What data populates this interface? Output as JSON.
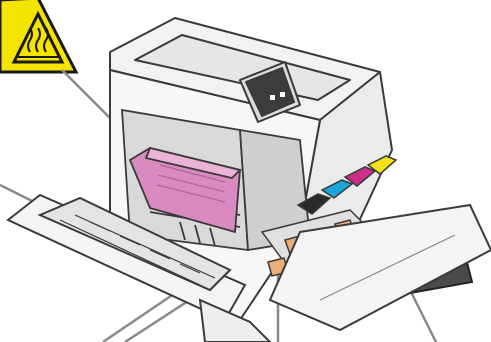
{
  "colors": {
    "warning_yellow": "#f5e400",
    "fuser_magenta": "#d98ac0",
    "toner_black": "#2a2a2a",
    "toner_cyan": "#1aa6d6",
    "toner_magenta": "#cc2f86",
    "toner_yellow": "#f2e21a",
    "waste_container": "#4a4a4a",
    "contact_orange": "#e9b07a",
    "line": "#3a3a3a",
    "leader_line": "#8a8a8a"
  },
  "icons": [
    "hot-surface-warning-icon"
  ],
  "parts": [
    "fuser",
    "toner-cartridges",
    "waste-toner-container",
    "front-door",
    "side-door",
    "control-panel-screen"
  ]
}
